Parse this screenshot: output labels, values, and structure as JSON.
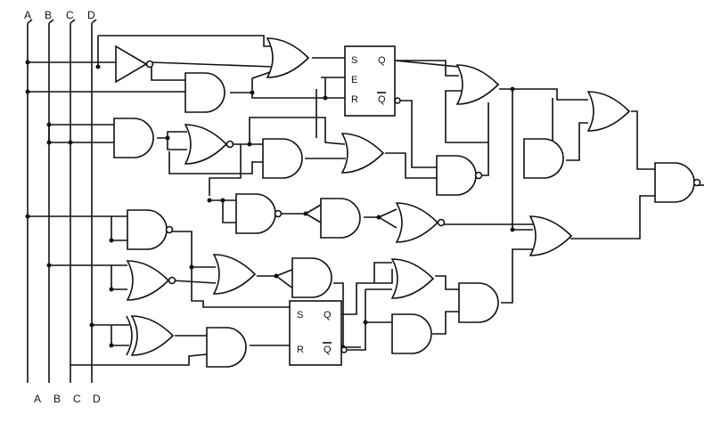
{
  "inputs": {
    "top": [
      "A",
      "B",
      "C",
      "D"
    ],
    "bottom": [
      "A",
      "B",
      "C",
      "D"
    ]
  },
  "latch_ser": {
    "s": "S",
    "e": "E",
    "r": "R",
    "q": "Q",
    "qbar": "Q"
  },
  "latch_sr": {
    "s": "S",
    "r": "R",
    "q": "Q",
    "qbar": "Q"
  },
  "colors": {
    "ink": "#111111",
    "background": "#ffffff"
  }
}
